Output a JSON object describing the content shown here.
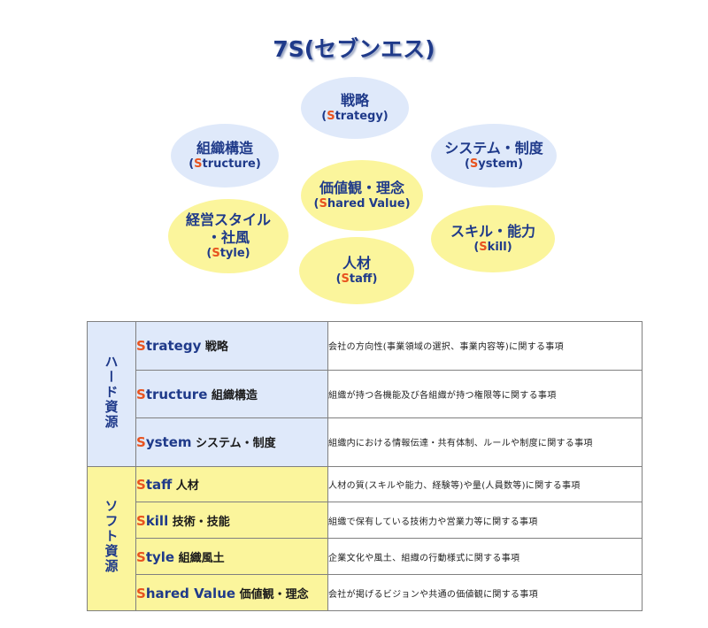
{
  "title": "7S(セブンエス)",
  "circles": [
    {
      "name": "戦略",
      "init": "S",
      "rest": "trategy"
    },
    {
      "name": "組織構造",
      "init": "S",
      "rest": "tructure"
    },
    {
      "name": "システム・制度",
      "init": "S",
      "rest": "ystem"
    },
    {
      "name": "価値観・理念",
      "init": "S",
      "rest": "hared Value"
    },
    {
      "name": "経営スタイル\n・社風",
      "init": "S",
      "rest": "tyle"
    },
    {
      "name": "スキル・能力",
      "init": "S",
      "rest": "kill"
    },
    {
      "name": "人材",
      "init": "S",
      "rest": "taff"
    }
  ],
  "groups": {
    "hard": "ハード資源",
    "soft": "ソフト資源"
  },
  "rows": [
    {
      "init": "S",
      "rest": "trategy",
      "jp": "戦略",
      "desc": "会社の方向性(事業領域の選択、事業内容等)に関する事項"
    },
    {
      "init": "S",
      "rest": "tructure",
      "jp": "組織構造",
      "desc": "組織が持つ各機能及び各組織が持つ権限等に関する事項"
    },
    {
      "init": "S",
      "rest": "ystem",
      "jp": "システム・制度",
      "desc": "組織内における情報伝達・共有体制、ルールや制度に関する事項"
    },
    {
      "init": "S",
      "rest": "taff",
      "jp": "人材",
      "desc": "人材の質(スキルや能力、経験等)や量(人員数等)に関する事項"
    },
    {
      "init": "S",
      "rest": "kill",
      "jp": "技術・技能",
      "desc": "組織で保有している技術力や営業力等に関する事項"
    },
    {
      "init": "S",
      "rest": "tyle",
      "jp": "組織風土",
      "desc": "企業文化や風土、組織の行動様式に関する事項"
    },
    {
      "init": "S",
      "rest": "hared Value",
      "jp": "価値観・理念",
      "desc": "会社が掲げるビジョンや共通の価値観に関する事項"
    }
  ]
}
